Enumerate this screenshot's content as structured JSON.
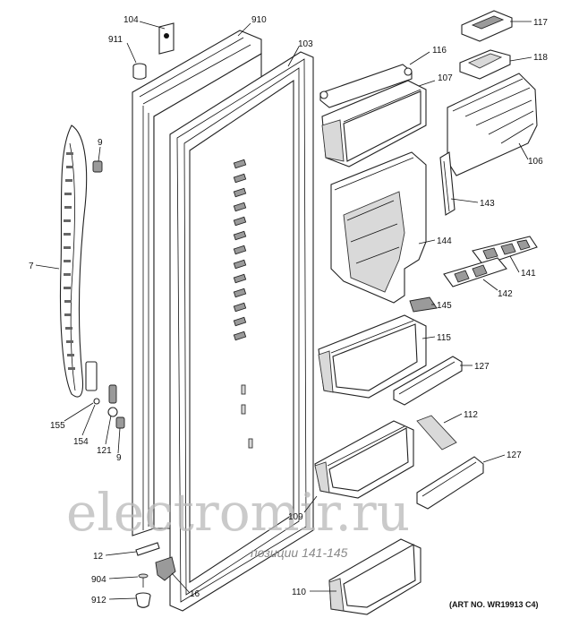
{
  "diagram": {
    "labels": {
      "p104": "104",
      "p910": "910",
      "p911": "911",
      "p103": "103",
      "p116": "116",
      "p107": "107",
      "p117": "117",
      "p118": "118",
      "p106": "106",
      "p9a": "9",
      "p7": "7",
      "p143": "143",
      "p144": "144",
      "p141": "141",
      "p142": "142",
      "p145": "145",
      "p115": "115",
      "p127a": "127",
      "p112": "112",
      "p127b": "127",
      "p155": "155",
      "p154": "154",
      "p121": "121",
      "p9b": "9",
      "p109": "109",
      "p12": "12",
      "p904": "904",
      "p16": "16",
      "p912": "912",
      "p110": "110"
    },
    "watermark": "electromir.ru",
    "subtitle": "позиции 141-145",
    "art_number": "(ART NO. WR19913 C4)"
  }
}
